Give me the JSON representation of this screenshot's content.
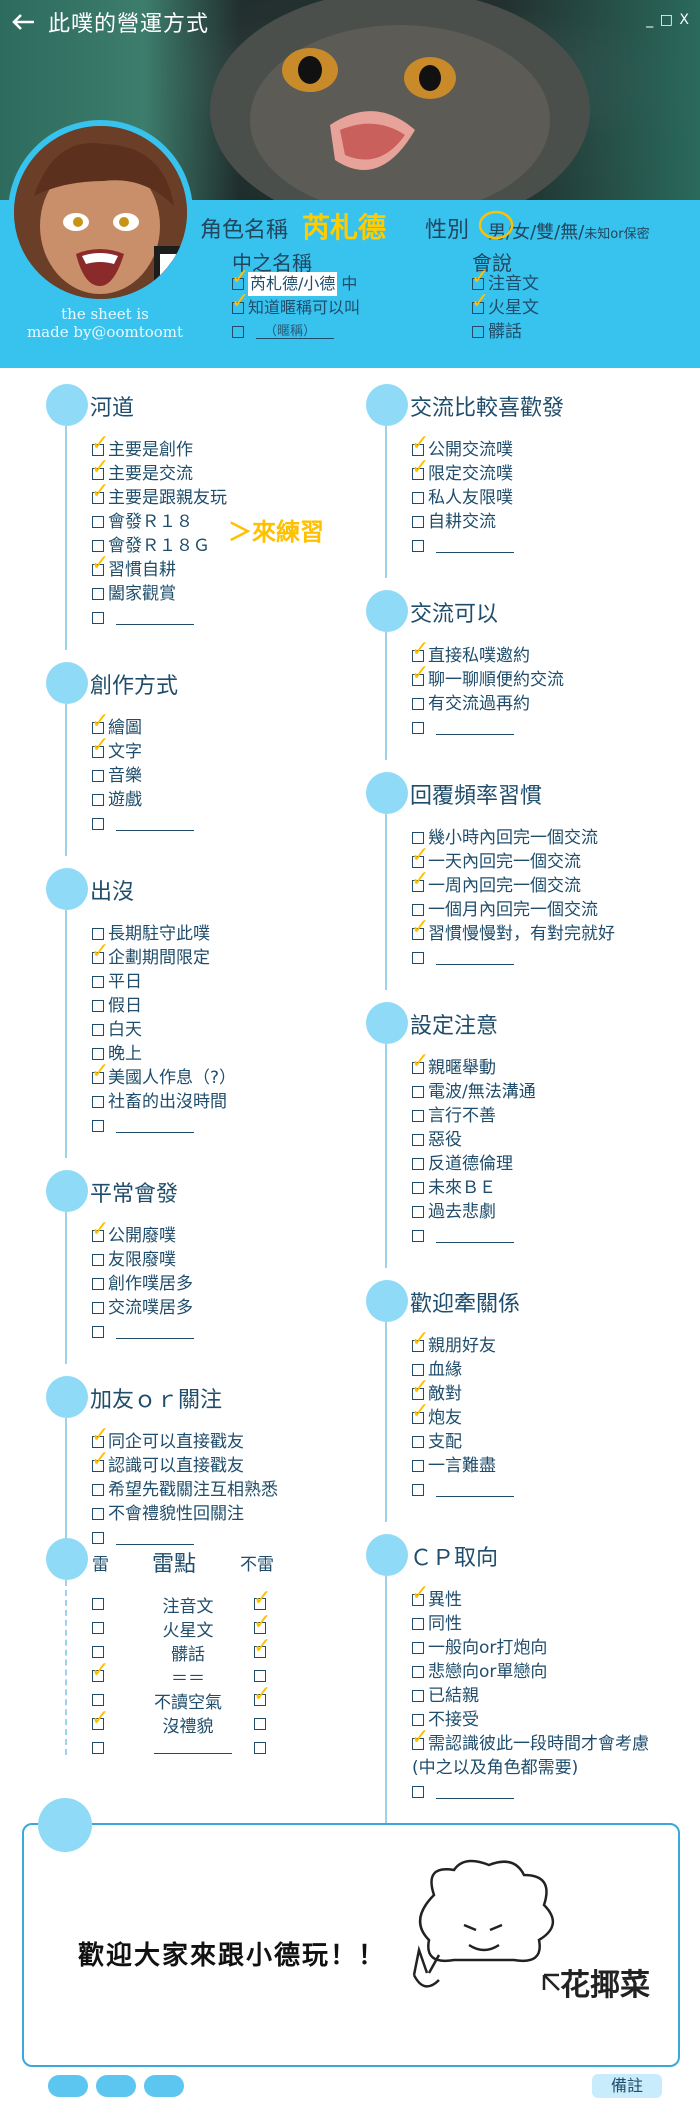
{
  "header": {
    "title": "此噗的營運方式",
    "window_controls": "_ □ X"
  },
  "profile": {
    "credit_line1": "the sheet is",
    "credit_line2": "made by@oomtoomt",
    "name_label": "角色名稱",
    "name_value": "芮札德",
    "gender_label": "性別",
    "gender_options": "男/女/雙/無/",
    "gender_small": "未知or保密",
    "voice_label": "中之名稱",
    "voice_options": [
      {
        "label": "芮札德/小德",
        "suffix": "中",
        "checked": true
      },
      {
        "label": "知道暱稱可以叫",
        "checked": true
      },
      {
        "label": "（暱稱）",
        "checked": false
      }
    ],
    "speak_label": "會說",
    "speak_options": [
      {
        "label": "注音文",
        "checked": true
      },
      {
        "label": "火星文",
        "checked": true
      },
      {
        "label": "髒話",
        "checked": false
      }
    ]
  },
  "sections_left": [
    {
      "title": "河道",
      "items": [
        {
          "label": "主要是創作",
          "checked": true
        },
        {
          "label": "主要是交流",
          "checked": true
        },
        {
          "label": "主要是跟親友玩",
          "checked": true
        },
        {
          "label": "會發Ｒ１８",
          "checked": false
        },
        {
          "label": "會發Ｒ１８Ｇ",
          "checked": false
        },
        {
          "label": "習慣自耕",
          "checked": true
        },
        {
          "label": "闔家觀賞",
          "checked": false
        },
        {
          "label": "",
          "checked": false,
          "blank": true
        }
      ],
      "note": "＞來練習"
    },
    {
      "title": "創作方式",
      "items": [
        {
          "label": "繪圖",
          "checked": true
        },
        {
          "label": "文字",
          "checked": true
        },
        {
          "label": "音樂",
          "checked": false
        },
        {
          "label": "遊戲",
          "checked": false
        },
        {
          "label": "",
          "checked": false,
          "blank": true
        }
      ]
    },
    {
      "title": "出沒",
      "items": [
        {
          "label": "長期駐守此噗",
          "checked": false
        },
        {
          "label": "企劃期間限定",
          "checked": true
        },
        {
          "label": "平日",
          "checked": false
        },
        {
          "label": "假日",
          "checked": false
        },
        {
          "label": "白天",
          "checked": false
        },
        {
          "label": "晚上",
          "checked": false
        },
        {
          "label": "美國人作息（?）",
          "checked": true
        },
        {
          "label": "社畜的出沒時間",
          "checked": false
        },
        {
          "label": "",
          "checked": false,
          "blank": true
        }
      ]
    },
    {
      "title": "平常會發",
      "items": [
        {
          "label": "公開廢噗",
          "checked": true
        },
        {
          "label": "友限廢噗",
          "checked": false
        },
        {
          "label": "創作噗居多",
          "checked": false
        },
        {
          "label": "交流噗居多",
          "checked": false
        },
        {
          "label": "",
          "checked": false,
          "blank": true
        }
      ]
    },
    {
      "title": "加友ｏｒ關注",
      "items": [
        {
          "label": "同企可以直接戳友",
          "checked": true
        },
        {
          "label": "認識可以直接戳友",
          "checked": true
        },
        {
          "label": "希望先戳關注互相熟悉",
          "checked": false
        },
        {
          "label": "不會禮貌性回關注",
          "checked": false
        },
        {
          "label": "",
          "checked": false,
          "blank": true
        }
      ]
    }
  ],
  "mine": {
    "left_hdr": "雷",
    "title": "雷點",
    "right_hdr": "不雷",
    "rows": [
      {
        "label": "注音文",
        "mine": false,
        "ok": true
      },
      {
        "label": "火星文",
        "mine": false,
        "ok": true
      },
      {
        "label": "髒話",
        "mine": false,
        "ok": true
      },
      {
        "label": "＝＝",
        "mine": true,
        "ok": false
      },
      {
        "label": "不讀空氣",
        "mine": false,
        "ok": true
      },
      {
        "label": "沒禮貌",
        "mine": true,
        "ok": false
      },
      {
        "label": "",
        "mine": false,
        "ok": false,
        "blank": true
      }
    ]
  },
  "sections_right": [
    {
      "title": "交流比較喜歡發",
      "items": [
        {
          "label": "公開交流噗",
          "checked": true
        },
        {
          "label": "限定交流噗",
          "checked": true
        },
        {
          "label": "私人友限噗",
          "checked": false
        },
        {
          "label": "自耕交流",
          "checked": false
        },
        {
          "label": "",
          "checked": false,
          "blank": true
        }
      ]
    },
    {
      "title": "交流可以",
      "items": [
        {
          "label": "直接私噗邀約",
          "checked": true
        },
        {
          "label": "聊一聊順便約交流",
          "checked": true
        },
        {
          "label": "有交流過再約",
          "checked": false
        },
        {
          "label": "",
          "checked": false,
          "blank": true
        }
      ]
    },
    {
      "title": "回覆頻率習慣",
      "items": [
        {
          "label": "幾小時內回完一個交流",
          "checked": false
        },
        {
          "label": "一天內回完一個交流",
          "checked": true
        },
        {
          "label": "一周內回完一個交流",
          "checked": true
        },
        {
          "label": "一個月內回完一個交流",
          "checked": false
        },
        {
          "label": "習慣慢慢對，有對完就好",
          "checked": true
        },
        {
          "label": "",
          "checked": false,
          "blank": true
        }
      ]
    },
    {
      "title": "設定注意",
      "items": [
        {
          "label": "親暱舉動",
          "checked": true
        },
        {
          "label": "電波/無法溝通",
          "checked": false
        },
        {
          "label": "言行不善",
          "checked": false
        },
        {
          "label": "惡役",
          "checked": false
        },
        {
          "label": "反道德倫理",
          "checked": false
        },
        {
          "label": "未來ＢＥ",
          "checked": false
        },
        {
          "label": "過去悲劇",
          "checked": false
        },
        {
          "label": "",
          "checked": false,
          "blank": true
        }
      ]
    },
    {
      "title": "歡迎牽關係",
      "items": [
        {
          "label": "親朋好友",
          "checked": true
        },
        {
          "label": "血緣",
          "checked": false
        },
        {
          "label": "敵對",
          "checked": true
        },
        {
          "label": "炮友",
          "checked": true
        },
        {
          "label": "支配",
          "checked": false
        },
        {
          "label": "一言難盡",
          "checked": false
        },
        {
          "label": "",
          "checked": false,
          "blank": true
        }
      ]
    },
    {
      "title": "ＣＰ取向",
      "items": [
        {
          "label": "異性",
          "checked": true
        },
        {
          "label": "同性",
          "checked": false
        },
        {
          "label": "一般向or打炮向",
          "checked": false
        },
        {
          "label": "悲戀向or單戀向",
          "checked": false
        },
        {
          "label": "已結親",
          "checked": false
        },
        {
          "label": "不接受",
          "checked": false
        },
        {
          "label": "需認識彼此一段時間才會考慮",
          "checked": true
        },
        {
          "label": "(中之以及角色都需要)",
          "checked": false,
          "plain": true
        },
        {
          "label": "",
          "checked": false,
          "blank": true
        }
      ]
    }
  ],
  "footer_note": {
    "text": "歡迎大家來跟小德玩！！",
    "signature": "花揶菜",
    "remark_button": "備註"
  }
}
